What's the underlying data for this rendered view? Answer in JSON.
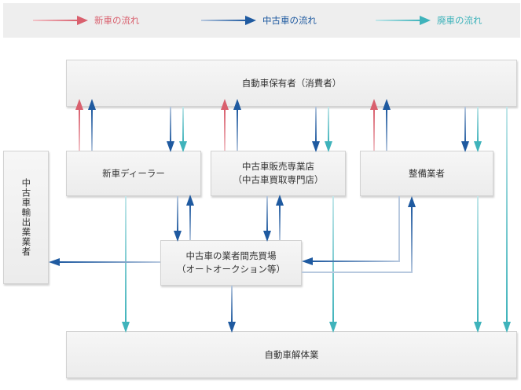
{
  "legend": {
    "new_car": {
      "label": "新車の流れ",
      "color": "#d9606e"
    },
    "used_car": {
      "label": "中古車の流れ",
      "color": "#1f5aa0"
    },
    "scrap": {
      "label": "廃車の流れ",
      "color": "#3fb3bb"
    }
  },
  "nodes": {
    "owner": "自動車保有者（消費者）",
    "dealer": "新車ディーラー",
    "used_shop": "中古車販売専業店\n（中古車買取専門店）",
    "maintenance": "整備業者",
    "exporter": "中古車輸出業業者",
    "auction": "中古車の業者間売買場\n（オートオークション等）",
    "dismantler": "自動車解体業"
  }
}
